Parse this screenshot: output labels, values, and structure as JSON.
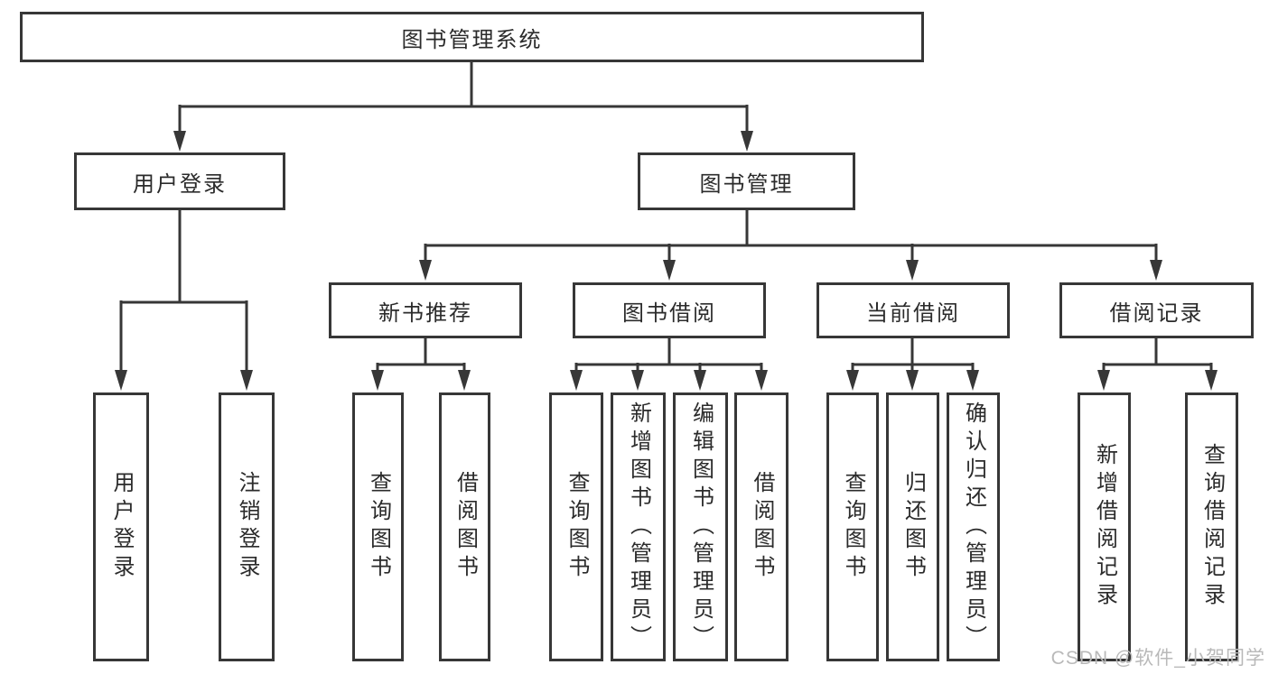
{
  "colors": {
    "background": "#ffffff",
    "line": "#373737",
    "box_border": "#373737",
    "text": "#2b2b2b",
    "watermark": "#b9b9b9"
  },
  "tree": {
    "root": {
      "label": "图书管理系统"
    },
    "children": [
      {
        "label": "用户登录",
        "children": [
          {
            "label": "用户登录"
          },
          {
            "label": "注销登录"
          }
        ]
      },
      {
        "label": "图书管理",
        "children": [
          {
            "label": "新书推荐",
            "children": [
              {
                "label": "查询图书"
              },
              {
                "label": "借阅图书"
              }
            ]
          },
          {
            "label": "图书借阅",
            "children": [
              {
                "label": "查询图书"
              },
              {
                "label": "新增图书（管理员）"
              },
              {
                "label": "编辑图书（管理员）"
              },
              {
                "label": "借阅图书"
              }
            ]
          },
          {
            "label": "当前借阅",
            "children": [
              {
                "label": "查询图书"
              },
              {
                "label": "归还图书"
              },
              {
                "label": "确认归还（管理员）"
              }
            ]
          },
          {
            "label": "借阅记录",
            "children": [
              {
                "label": "新增借阅记录"
              },
              {
                "label": "查询借阅记录"
              }
            ]
          }
        ]
      }
    ]
  },
  "watermark": {
    "text": "CSDN @软件_小贺同学"
  }
}
